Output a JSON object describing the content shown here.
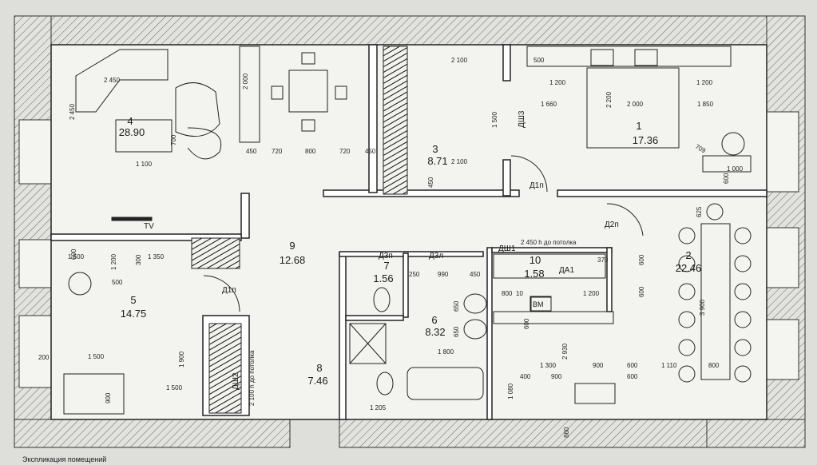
{
  "rooms": [
    {
      "num": "1",
      "area": "17.36"
    },
    {
      "num": "2",
      "area": "22.46"
    },
    {
      "num": "3",
      "area": "8.71"
    },
    {
      "num": "4",
      "area": "28.90"
    },
    {
      "num": "5",
      "area": "14.75"
    },
    {
      "num": "6",
      "area": "8.32"
    },
    {
      "num": "7",
      "area": "1.56"
    },
    {
      "num": "8",
      "area": "7.46"
    },
    {
      "num": "9",
      "area": "12.68"
    },
    {
      "num": "10",
      "area": "1.58"
    }
  ],
  "doors": {
    "d1p_a": "Д1п",
    "d1p_b": "Д1п",
    "d2p": "Д2п",
    "d3p": "Д3п",
    "d3l": "Д3л",
    "dsh1": "ДШ1",
    "dsh2": "ДШ2",
    "dsh3": "ДШ3",
    "da1": "ДА1"
  },
  "labels": {
    "tv": "TV",
    "vm": "ВМ",
    "ceiling_a": "2 450 h до потолка",
    "ceiling_b": "2 100 h до потолка",
    "caption": "Экспликация помещений"
  },
  "dims": {
    "d2100a": "2 100",
    "d2100b": "2 100",
    "d500a": "500",
    "d1200a": "1 200",
    "d1200b": "1 200",
    "d1660": "1 660",
    "d2000a": "2 000",
    "d1850": "1 850",
    "d2200": "2 200",
    "d709": "709",
    "d1000a": "1 000",
    "d600a": "600",
    "d2450": "2 450",
    "d2450v": "2 450",
    "d2000v": "2 000",
    "d450a": "450",
    "d720a": "720",
    "d800a": "800",
    "d720b": "720",
    "d450b": "450",
    "d1100": "1 100",
    "d700": "700",
    "d1500a": "1 500",
    "d450c": "450",
    "d1500b": "1 500",
    "d1350": "1 350",
    "d300": "300",
    "d600b": "600",
    "d1200c": "1 200",
    "d500b": "500",
    "d1500c": "1 500",
    "d1900": "1 900",
    "d1500d": "1 500",
    "d900a": "900",
    "d200": "200",
    "d250": "250",
    "d990": "990",
    "d450d": "450",
    "d650a": "650",
    "d650b": "650",
    "d1800": "1 800",
    "d1205": "1 205",
    "d370": "370",
    "d600c": "600",
    "d600d": "600",
    "d1200d": "1 200",
    "d800b": "800",
    "d2930": "2 930",
    "d1300": "1 300",
    "d400": "400",
    "d900b": "900",
    "d900c": "900",
    "d600e": "600",
    "d600f": "600",
    "d1110": "1 110",
    "d800c": "800",
    "d1080": "1 080",
    "d3900": "3 900",
    "d625": "625",
    "d860": "860",
    "d10": "10",
    "d600g": "600"
  }
}
